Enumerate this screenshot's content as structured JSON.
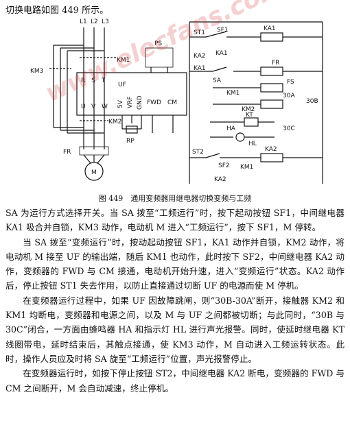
{
  "intro": "切换电路如图 449 所示。",
  "figure": {
    "caption": "图 449　通用变频器用继电器切换变频与工频",
    "watermark": "www.elecfans.com",
    "labels": {
      "l1": "L1",
      "l2": "L2",
      "l3": "L3",
      "km1": "KM1",
      "km2": "KM2",
      "km3": "KM3",
      "r": "R",
      "s": "S",
      "t": "T",
      "u": "U",
      "v": "V",
      "w": "W",
      "uf": "UF",
      "ps": "PS",
      "v5": "5V",
      "vrf": "VRF",
      "gnd": "GND",
      "fwd": "FWD",
      "cm": "CM",
      "rp": "RP",
      "fr": "FR",
      "motor": "M",
      "st1": "ST1",
      "sf1": "SF1",
      "ka1": "KA1",
      "ka2": "KA2",
      "sa": "SA",
      "a30": "30A",
      "b30": "30B",
      "c30": "30C",
      "ha": "HA",
      "kt": "KT",
      "hl": "HL",
      "st2": "ST2",
      "sf2": "SF2",
      "frr": "FR",
      "fs": "FS"
    }
  },
  "paragraphs": [
    "SA 为运行方式选择开关。当 SA 拨至“工频运行”时，按下起动按钮 SF1，中间继电器 KA1 吸合并自锁，KM3 动作，电动机 M 进入“工频运行”，按下 SF1，M 停转。",
    "当 SA 拨至“变频运行”时，按动起动按钮 SF1，KA1 动作并自锁，KM2 动作，将电动机 M 接至 UF 的输出端，随后 KM1 也动作，此时按下 SF2，中间继电器 KA2 动作，变频器的 FWD 与 CM 接通，电动机开始升速，进入“变频运行”状态。KA2 动作后，停止按钮 ST1 失去作用，以防止直接通过切断 UF 的电源而使 M 停机。",
    "在变频器运行过程中，如果 UF 因故障跳闸，则“30B-30A”断开，接触器 KM2 和 KM1 均断电，变频器和电源之间，以及 M 与 UF 之间都被切断；与此同时，“30B 与 30C”闭合，一方面由蜂鸣器 HA 和指示灯 HL 进行声光报警。同时，使延时继电器 KT 线圈带电，延时结束后，其触点接通，使 KM3 动作，M 自动进入工频运转状态。此时，操作人员应及时将 SA 旋至“工频运行”位置，声光报警停止。",
    "在变频器运行时，如按下停止按钮 ST2，中间继电器 KA2 断电，变频器的 FWD 与 CM 之间断开，M 会自动减速，终止停机。"
  ]
}
